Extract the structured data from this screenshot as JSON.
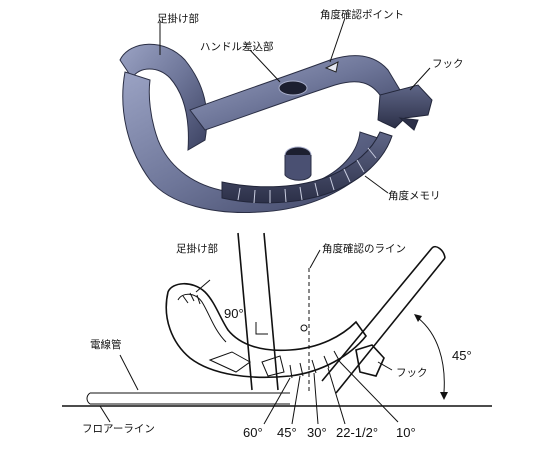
{
  "photo_labels": {
    "foot_rest": "足掛け部",
    "handle_socket": "ハンドル差込部",
    "angle_check_point": "角度確認ポイント",
    "hook": "フック",
    "angle_scale": "角度メモリ"
  },
  "drawing_labels": {
    "foot_rest": "足掛け部",
    "angle_check_line": "角度確認のライン",
    "conduit": "電線管",
    "floor_line": "フロアーライン",
    "hook": "フック"
  },
  "angles": {
    "a90": "90°",
    "a45_side": "45°",
    "a60": "60°",
    "a45": "45°",
    "a30": "30°",
    "a22": "22-1/2°",
    "a10": "10°"
  }
}
